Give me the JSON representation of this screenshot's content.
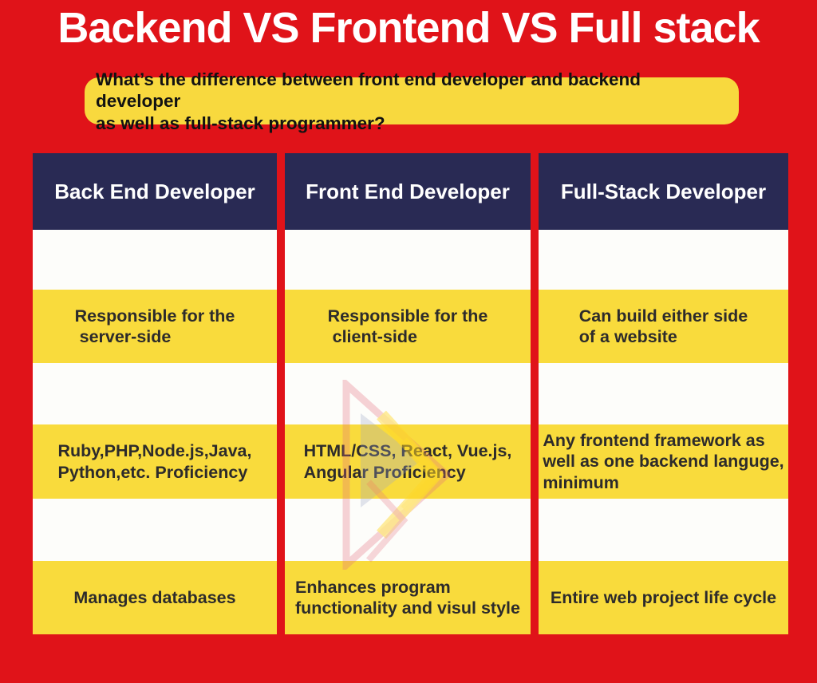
{
  "title": "Backend VS Frontend VS Full stack",
  "question": {
    "line1": "What’s the difference between front end developer and backend developer",
    "line2": "as well as full-stack programmer?"
  },
  "table": {
    "columns": [
      {
        "header": "Back End Developer",
        "rows": [
          "Responsible for the\n server-side",
          "Ruby,PHP,Node.js,Java,\nPython,etc. Proficiency",
          "Manages databases"
        ]
      },
      {
        "header": "Front End Developer",
        "rows": [
          "Responsible for the\n client-side",
          "HTML/CSS, React, Vue.js,\nAngular Proficiency",
          "Enhances program\nfunctionality and visul style"
        ]
      },
      {
        "header": "Full-Stack Developer",
        "rows": [
          "Can build either side\nof a website",
          "Any frontend framework as\nwell as one backend languge,\nminimum",
          "Entire web project life cycle"
        ]
      }
    ]
  },
  "watermark": {
    "name": "layered-play-triangles-logo"
  },
  "colors": {
    "background_red": "#e01319",
    "header_navy": "#292a54",
    "row_yellow": "#f9db3c",
    "row_white": "#fdfdfa",
    "banner_yellow": "#f8d93e",
    "title_text": "#ffffff",
    "cell_text": "#2d2b2b"
  }
}
